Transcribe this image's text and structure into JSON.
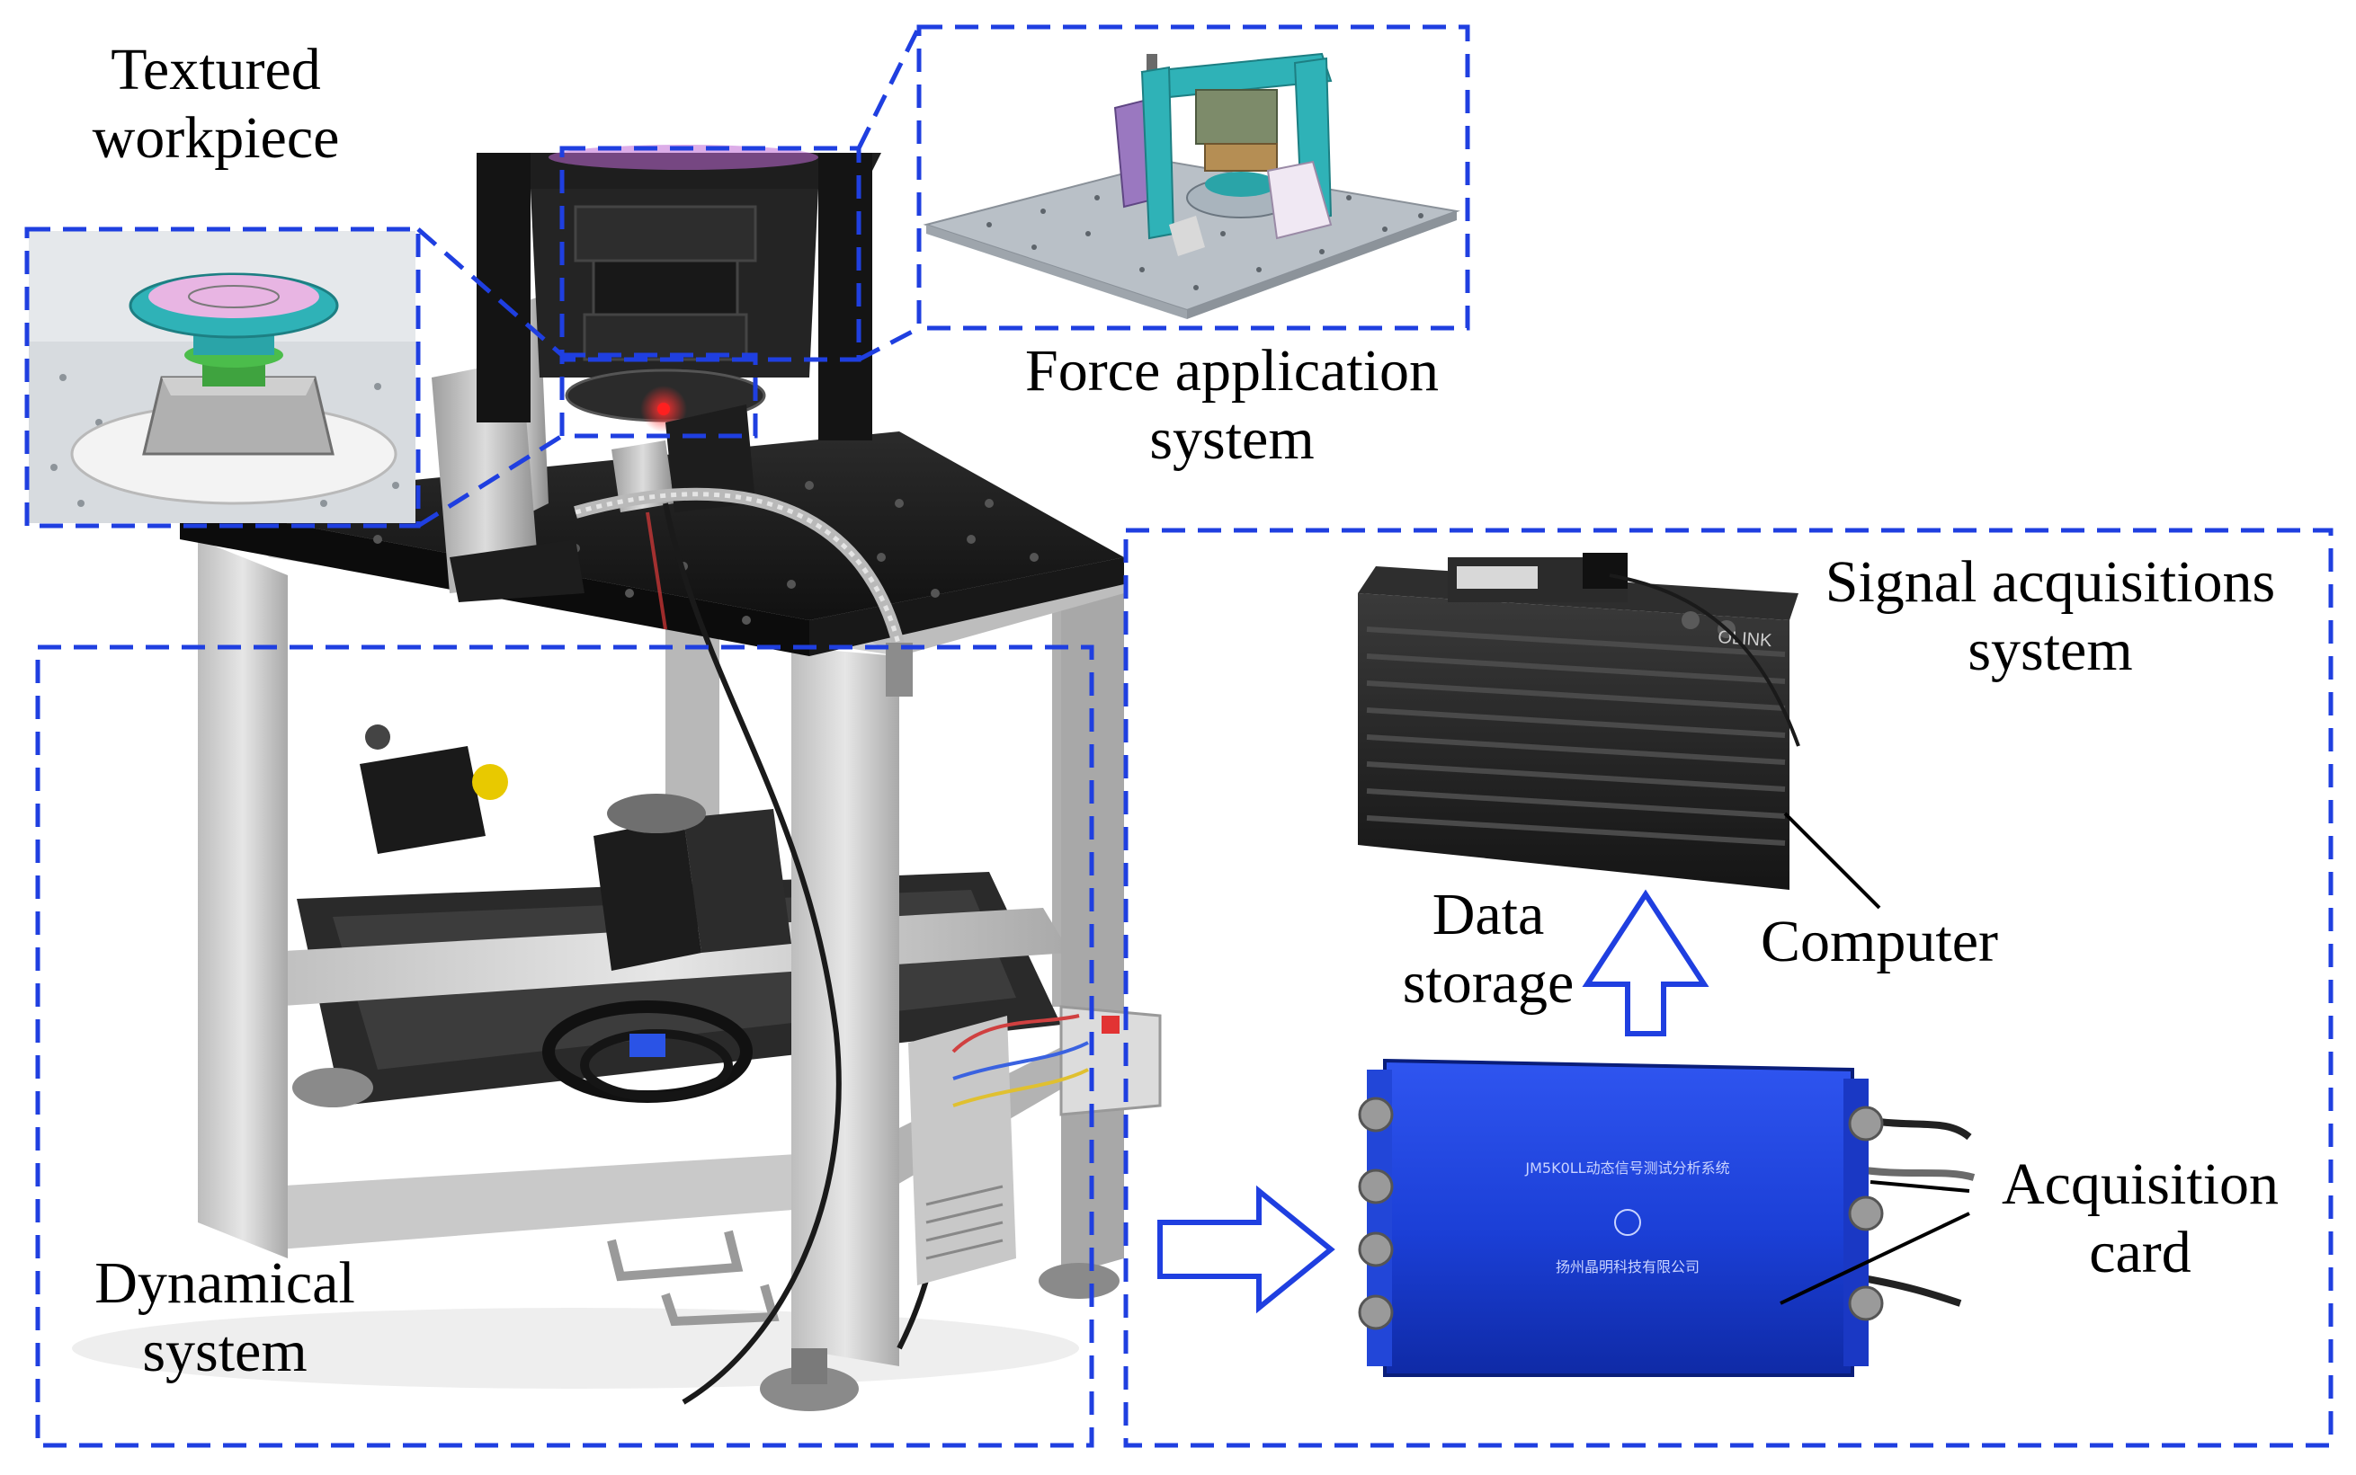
{
  "labels": {
    "textured_workpiece": [
      "Textured",
      "workpiece"
    ],
    "force_application": [
      "Force application",
      "system"
    ],
    "signal_acquisitions": [
      "Signal acquisitions",
      "system"
    ],
    "data_storage": [
      "Data",
      "storage"
    ],
    "computer": "Computer",
    "acquisition_card": [
      "Acquisition",
      "card"
    ],
    "dynamical_system": [
      "Dynamical",
      "system"
    ]
  },
  "device_text": {
    "computer_brand": "OLINK",
    "card_title": "JM5K0LL动态信号测试分析系统",
    "card_company": "扬州晶明科技有限公司"
  },
  "colors": {
    "dashed_box": "#1f3fe0",
    "arrow_outline": "#1f3fe0",
    "acquisition_card_body": "#1b3fd6",
    "machine_frame": "#d9d9d9",
    "table_top": "#1c1c1c",
    "cad_teal": "#2fb2b7",
    "cad_plate": "#b9c0c7"
  }
}
